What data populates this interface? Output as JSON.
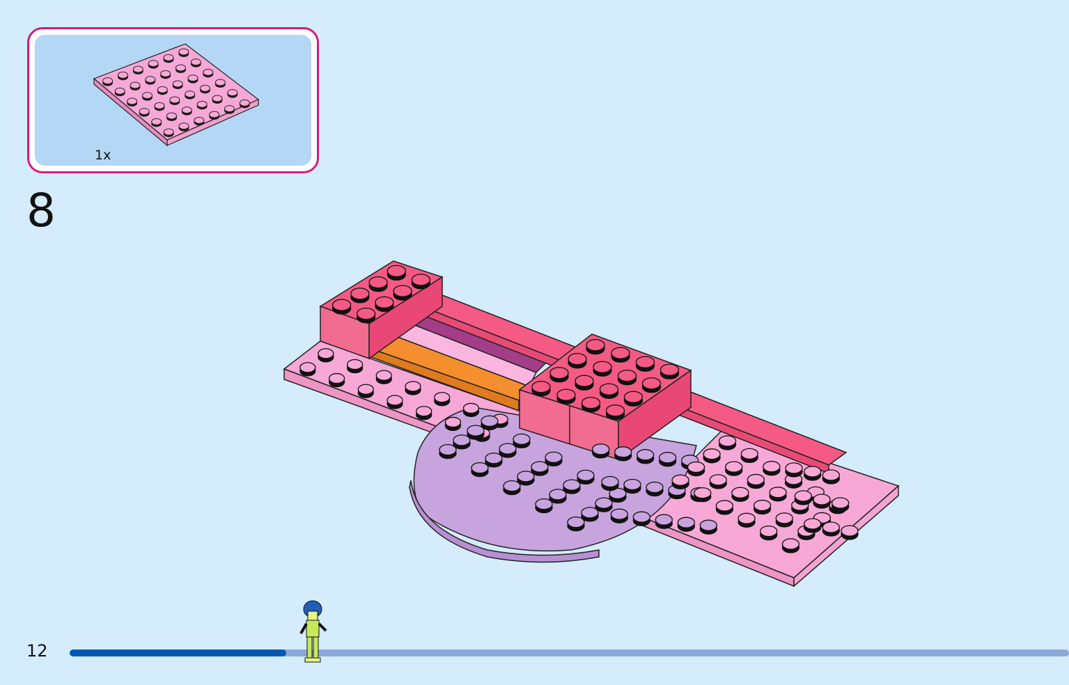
{
  "parts": {
    "quantity": "1x",
    "part_color": "#f7a8d6"
  },
  "step": {
    "number": "8"
  },
  "footer": {
    "page_number": "12",
    "progress_fraction": 0.217
  },
  "colors": {
    "frame": "#d81b7a",
    "box_fill": "#b3d7f4",
    "background": "#d4ecfb",
    "bright_pink": "#f45a84",
    "light_pink": "#f7a8d6",
    "lavender": "#c8a4de",
    "magenta": "#a33d88",
    "orange": "#f48e2e",
    "progress_done": "#005ab3",
    "progress_todo": "#8aa9d9"
  }
}
